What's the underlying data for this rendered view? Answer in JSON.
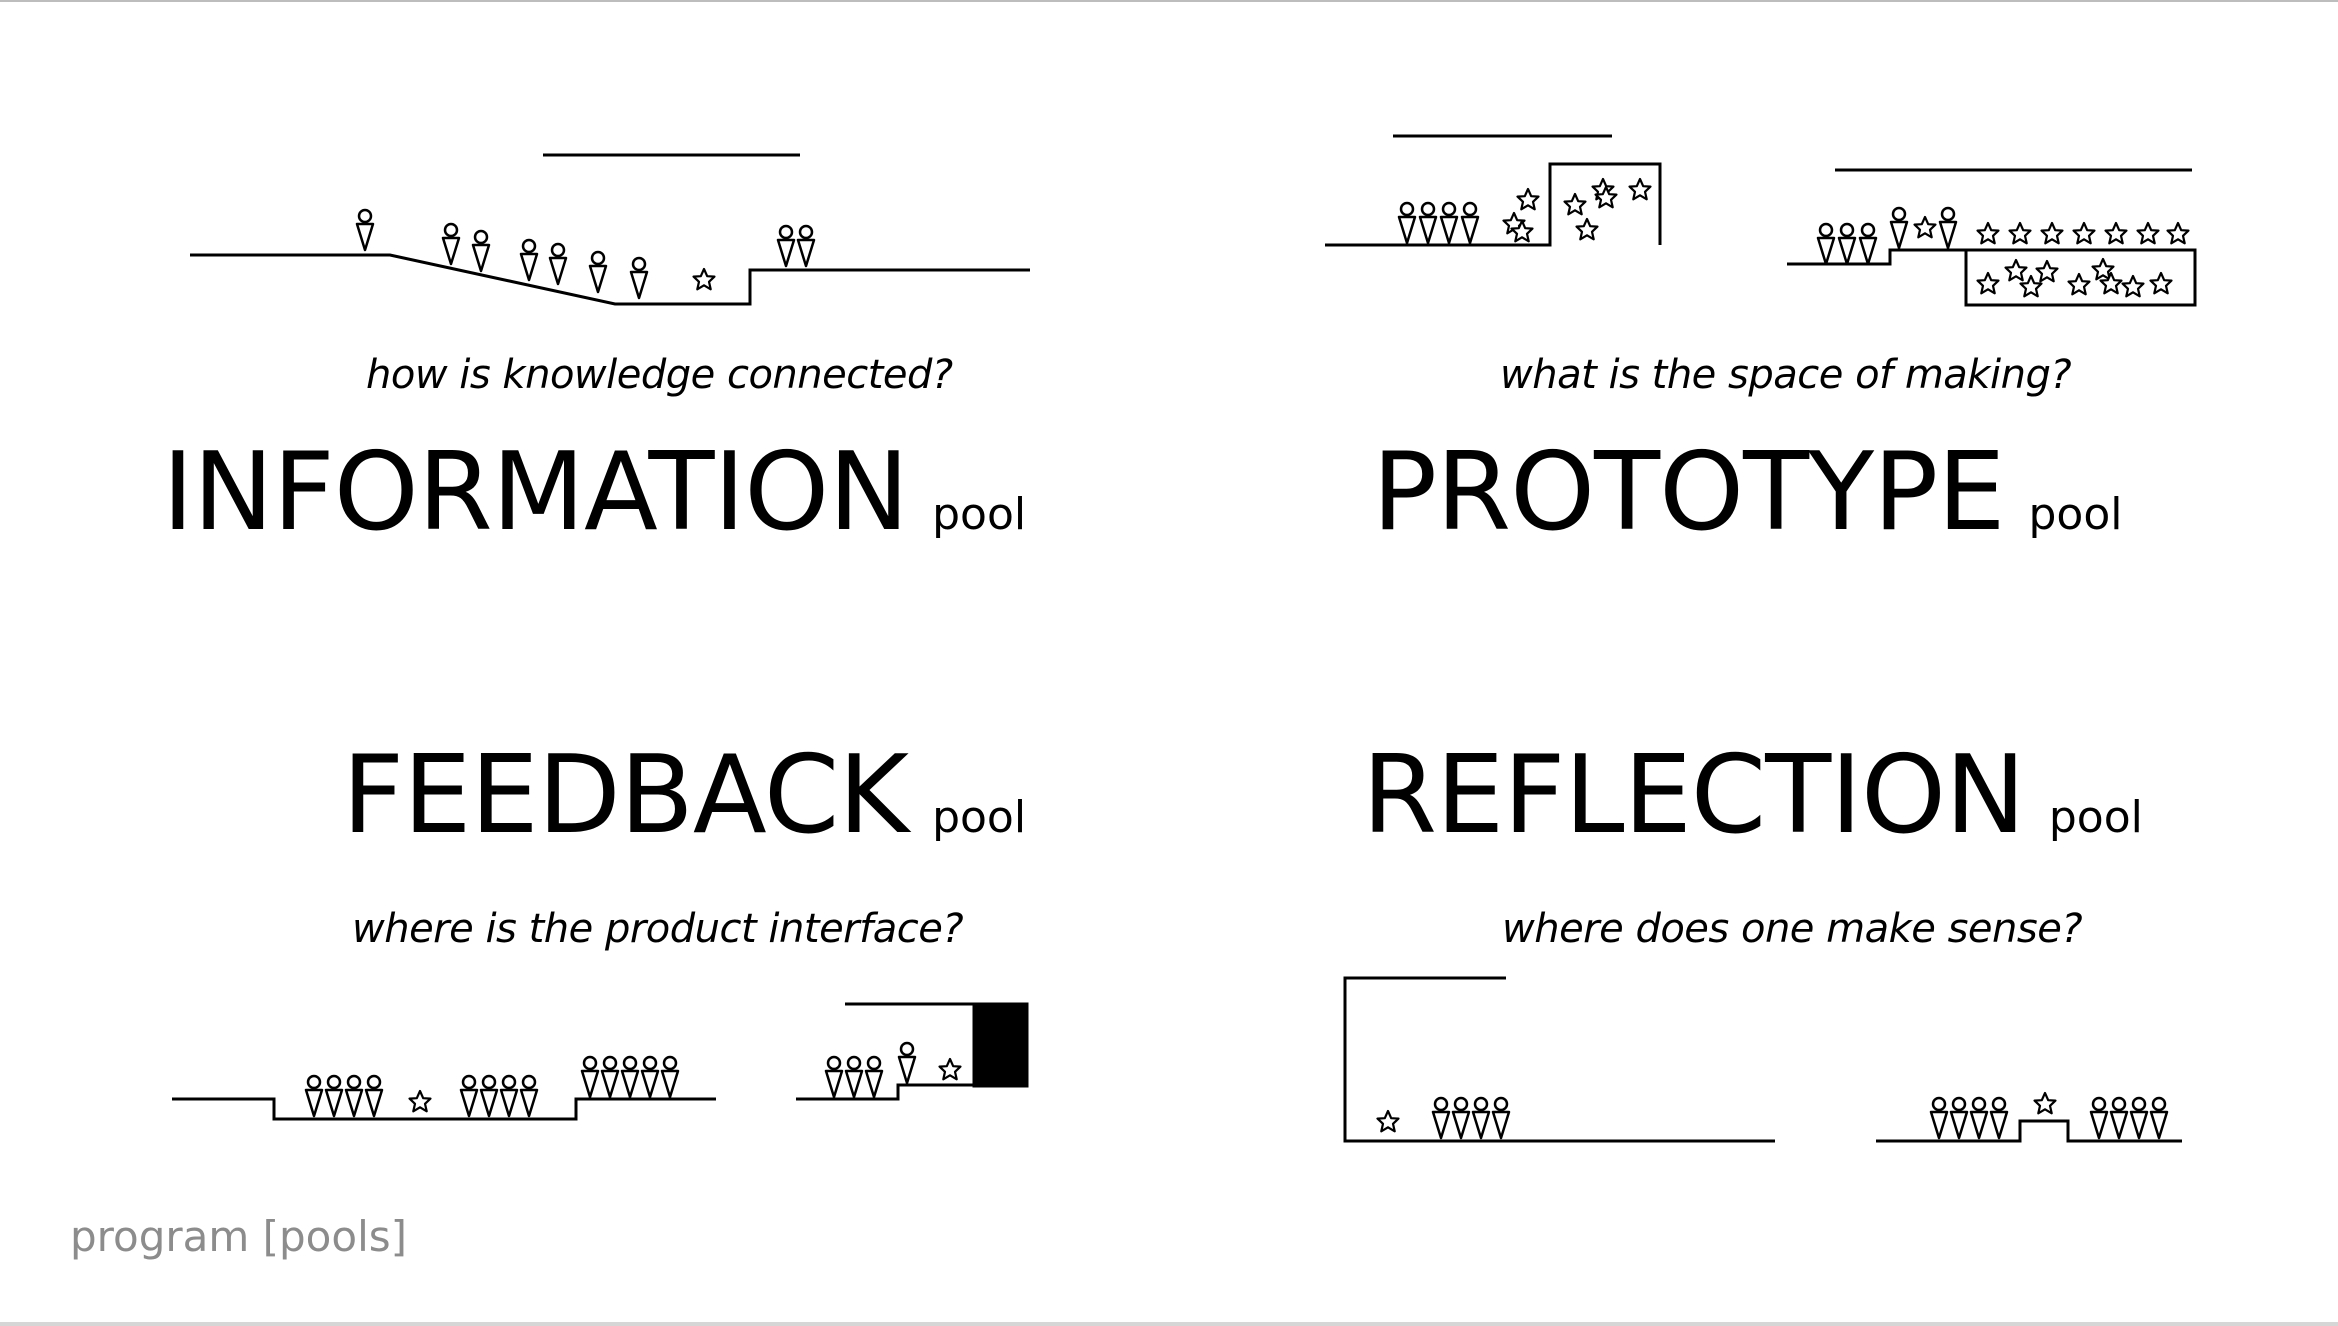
{
  "pools": [
    {
      "id": "information",
      "title": "INFORMATION",
      "suffix": "pool",
      "question": "how is knowledge connected?"
    },
    {
      "id": "prototype",
      "title": "PROTOTYPE",
      "suffix": "pool",
      "question": "what is the space of making?"
    },
    {
      "id": "feedback",
      "title": "FEEDBACK",
      "suffix": "pool",
      "question": "where is the product interface?"
    },
    {
      "id": "reflection",
      "title": "REFLECTION",
      "suffix": "pool",
      "question": "where does one make sense?"
    }
  ],
  "footer": {
    "label": "program [pools]"
  },
  "colors": {
    "ink": "#000000",
    "footer": "#8c8c8c",
    "background": "#ffffff"
  },
  "icons": [
    "person-figure-icon",
    "star-icon"
  ]
}
